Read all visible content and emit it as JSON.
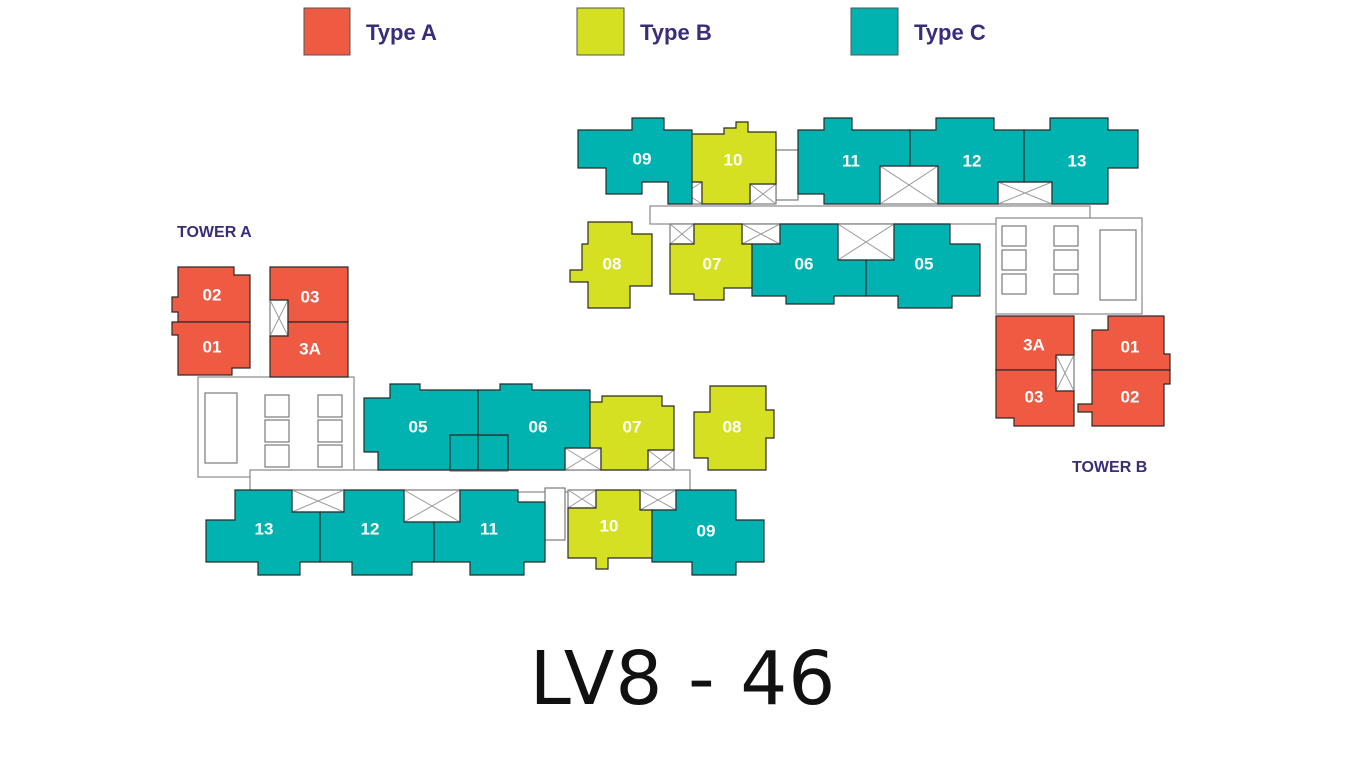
{
  "colors": {
    "type_a": "#ef5a43",
    "type_b": "#d4e021",
    "type_c": "#00b3b0",
    "text": "#3b2c7a"
  },
  "legend": [
    {
      "label": "Type A",
      "color": "#ef5a43"
    },
    {
      "label": "Type B",
      "color": "#d4e021"
    },
    {
      "label": "Type C",
      "color": "#00b3b0"
    }
  ],
  "tower_a": {
    "label": "TOWER A",
    "units": [
      {
        "label": "02",
        "type": "A"
      },
      {
        "label": "01",
        "type": "A"
      },
      {
        "label": "03",
        "type": "A"
      },
      {
        "label": "3A",
        "type": "A"
      },
      {
        "label": "05",
        "type": "C"
      },
      {
        "label": "06",
        "type": "C"
      },
      {
        "label": "07",
        "type": "B"
      },
      {
        "label": "08",
        "type": "B"
      },
      {
        "label": "13",
        "type": "C"
      },
      {
        "label": "12",
        "type": "C"
      },
      {
        "label": "11",
        "type": "C"
      },
      {
        "label": "10",
        "type": "B"
      },
      {
        "label": "09",
        "type": "C"
      }
    ]
  },
  "tower_b": {
    "label": "TOWER B",
    "units": [
      {
        "label": "09",
        "type": "C"
      },
      {
        "label": "10",
        "type": "B"
      },
      {
        "label": "11",
        "type": "C"
      },
      {
        "label": "12",
        "type": "C"
      },
      {
        "label": "13",
        "type": "C"
      },
      {
        "label": "08",
        "type": "B"
      },
      {
        "label": "07",
        "type": "B"
      },
      {
        "label": "06",
        "type": "C"
      },
      {
        "label": "05",
        "type": "C"
      },
      {
        "label": "3A",
        "type": "A"
      },
      {
        "label": "01",
        "type": "A"
      },
      {
        "label": "03",
        "type": "A"
      },
      {
        "label": "02",
        "type": "A"
      }
    ]
  },
  "level": "LV8 - 46"
}
